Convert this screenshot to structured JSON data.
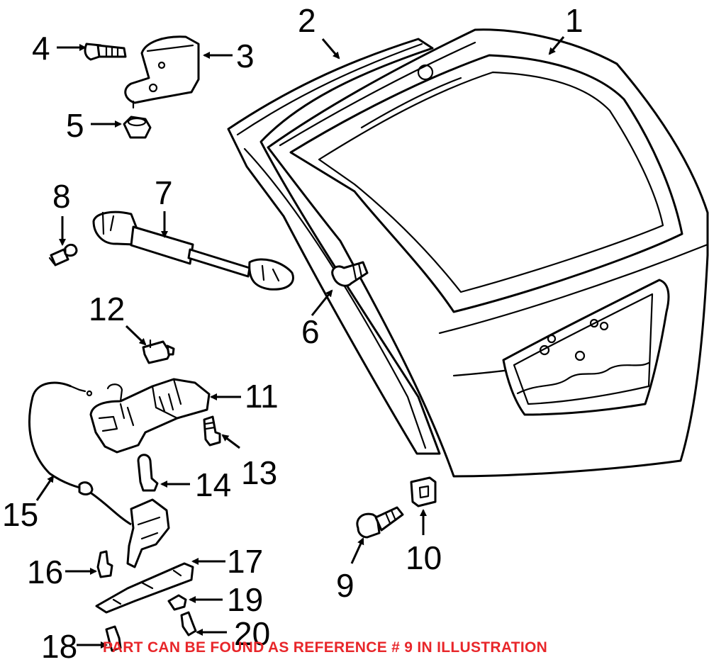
{
  "callouts": {
    "c1": "1",
    "c2": "2",
    "c3": "3",
    "c4": "4",
    "c5": "5",
    "c6": "6",
    "c7": "7",
    "c8": "8",
    "c9": "9",
    "c10": "10",
    "c11": "11",
    "c12": "12",
    "c13": "13",
    "c14": "14",
    "c15": "15",
    "c16": "16",
    "c17": "17",
    "c18": "18",
    "c19": "19",
    "c20": "20"
  },
  "footnote": "PART CAN BE FOUND AS REFERENCE # 9 IN ILLUSTRATION",
  "colors": {
    "line": "#000000",
    "background": "#ffffff",
    "footnote": "#e8262a"
  }
}
